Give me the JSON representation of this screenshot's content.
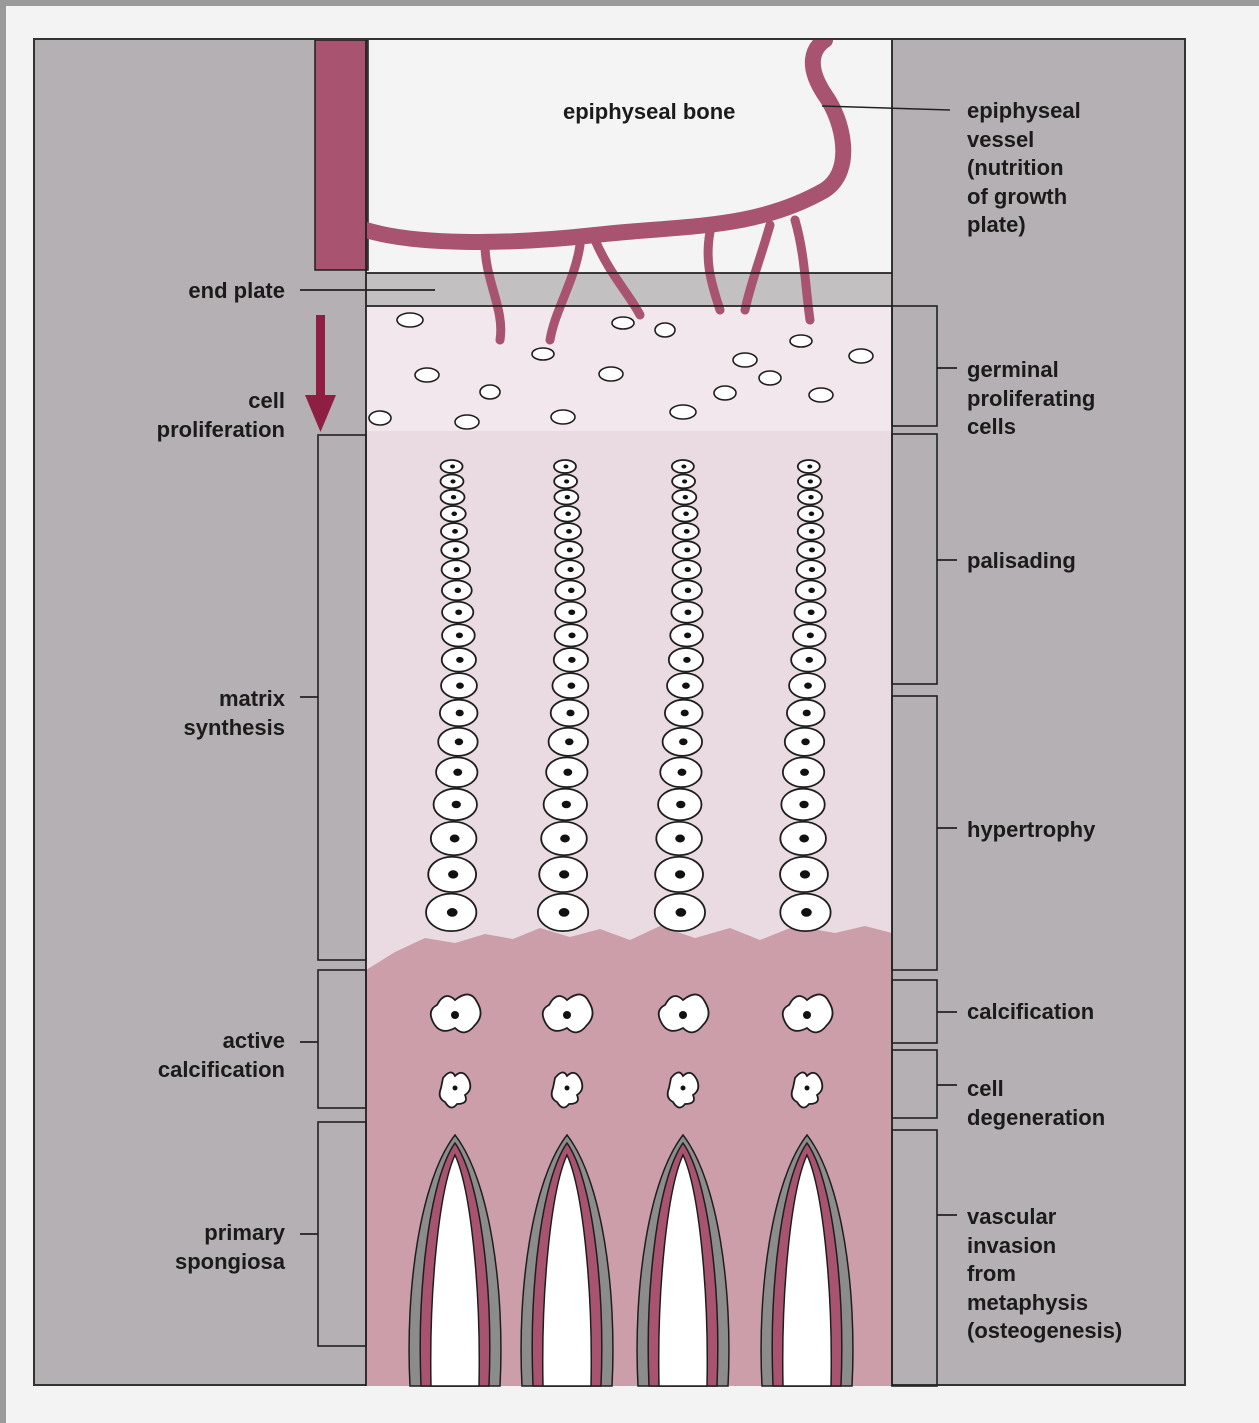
{
  "colors": {
    "panel": "#b4b0b3",
    "epiphyseal_bone": "#f4f4f4",
    "end_plate": "#c3c0c2",
    "germinal_zone": "#f2e7ec",
    "proliferative_zone": "#eadbe2",
    "calcified_zone": "#cc9eaa",
    "vessel": "#a8536f",
    "arrow": "#8e1f43",
    "outline": "#1e1e1e",
    "trabecula_gray": "#8c8c8c"
  },
  "labels": {
    "epiphyseal_bone": "epiphyseal bone",
    "end_plate": "end plate",
    "cell_proliferation": "cell\nproliferation",
    "matrix_synthesis": "matrix\nsynthesis",
    "active_calcification": "active\ncalcification",
    "primary_spongiosa": "primary\nspongiosa",
    "epiphyseal_vessel": "epiphyseal\nvessel\n(nutrition\nof growth\nplate)",
    "germinal_proliferating_cells": "germinal\nproliferating\ncells",
    "palisading": "palisading",
    "hypertrophy": "hypertrophy",
    "calcification": "calcification",
    "cell_degeneration": "cell\ndegeneration",
    "vascular_invasion": "vascular\ninvasion\nfrom\nmetaphysis\n(osteogenesis)"
  },
  "icons": {
    "proliferation_arrow": "arrow-down-icon"
  }
}
